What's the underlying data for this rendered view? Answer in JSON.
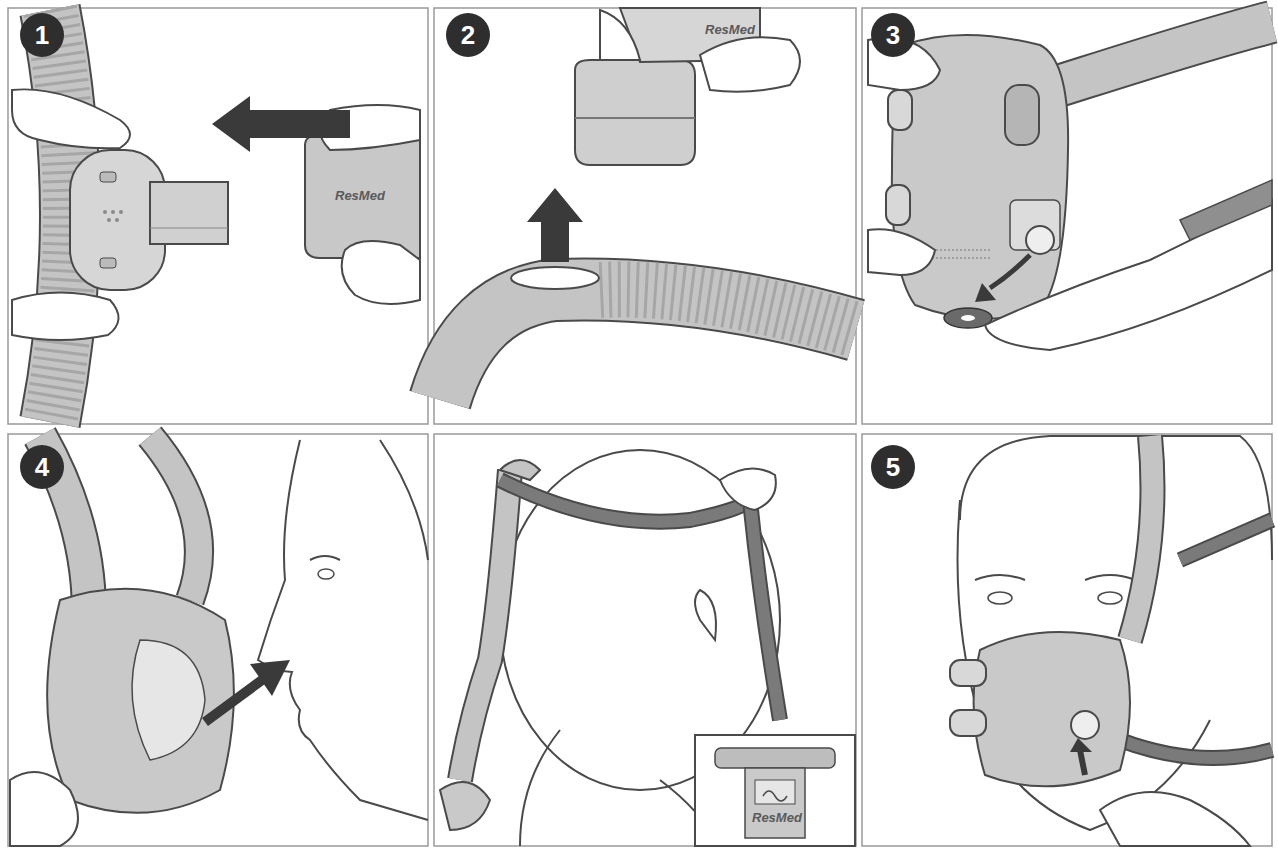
{
  "diagram": {
    "labels": [
      "1",
      "2",
      "3",
      "4",
      "5",
      "ResMed",
      "ResMed",
      "ResMed"
    ]
  }
}
